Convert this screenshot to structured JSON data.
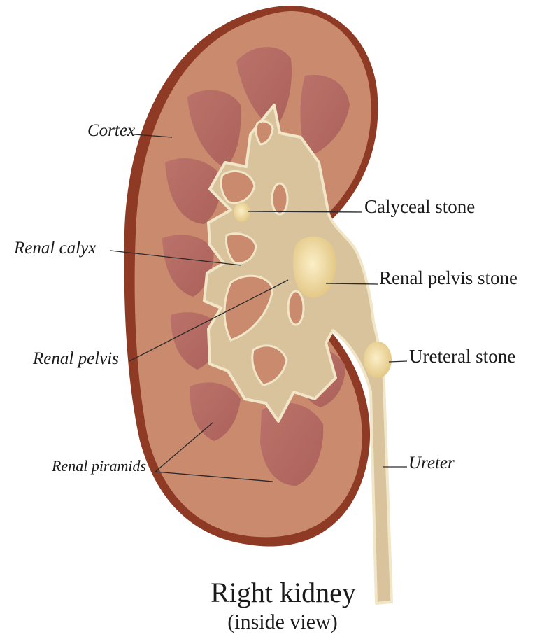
{
  "labels": {
    "cortex": "Cortex",
    "renal_calyx": "Renal calyx",
    "renal_pelvis": "Renal pelvis",
    "renal_piramids": "Renal piramids",
    "calyceal_stone": "Calyceal stone",
    "renal_pelvis_stone": "Renal pelvis stone",
    "ureteral_stone": "Ureteral stone",
    "ureter": "Ureter"
  },
  "title": {
    "main": "Right kidney",
    "sub": "(inside view)"
  },
  "colors": {
    "capsule": "#8e3a24",
    "cortex": "#c98a6e",
    "pyramid": "#b66a60",
    "pelvis": "#d9c39c",
    "pelvis_outline": "#f1e6c7",
    "stone": "#efd9a0",
    "ureter": "#d2b98e"
  }
}
